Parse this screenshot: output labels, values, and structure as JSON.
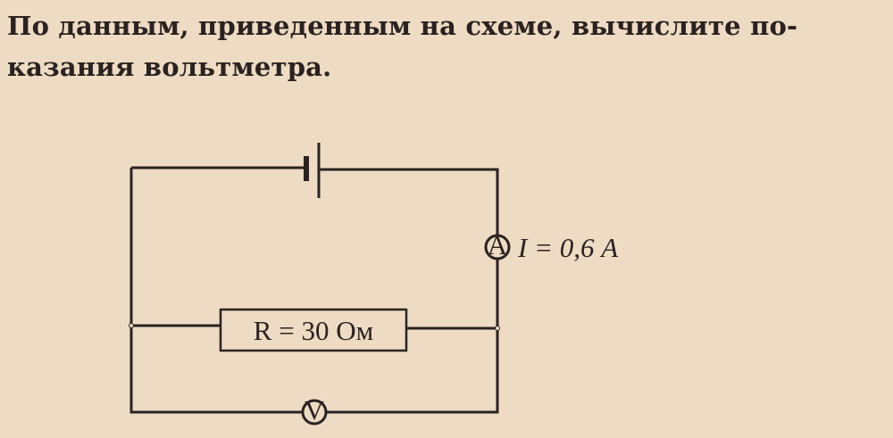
{
  "task": {
    "line1": "По данным, приведенным на схеме, вычислите по-",
    "line2": "казания вольтметра."
  },
  "circuit": {
    "ammeter_symbol": "A",
    "voltmeter_symbol": "V",
    "current_label": "I = 0,6 А",
    "resistor_label": "R = 30 Ом"
  }
}
